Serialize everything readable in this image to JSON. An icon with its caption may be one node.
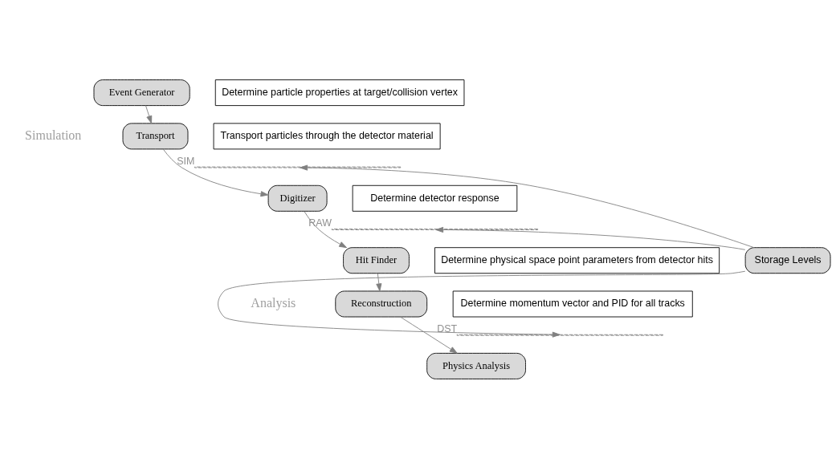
{
  "diagram": {
    "nodes": [
      {
        "text": [
          "Event Generator"
        ]
      },
      {
        "text": [
          "Transport"
        ]
      },
      {
        "text": [
          "Digitizer"
        ]
      },
      {
        "text": [
          "Hit Finder"
        ]
      },
      {
        "text": [
          "Reconstruction"
        ]
      },
      {
        "text": [
          "Physics Analysis"
        ]
      },
      {
        "text": [
          "Determine particle properties at target/collision vertex"
        ]
      },
      {
        "text": [
          "Transport particles through the detector material"
        ]
      },
      {
        "text": [
          "Determine detector response"
        ]
      },
      {
        "text": [
          "Determine physical space point parameters from detector hits"
        ]
      },
      {
        "text": [
          "Determine momentum vector and PID for all tracks"
        ]
      },
      {
        "text": [],
        "shape": "line",
        "beside": [
          "SIM"
        ]
      },
      {
        "text": [],
        "shape": "line",
        "beside": [
          "RAW"
        ]
      },
      {
        "text": [],
        "shape": "line",
        "beside": [
          "DST"
        ]
      },
      {
        "text": [
          "Storage Levels"
        ]
      }
    ],
    "edges": [
      {
        "from": 0,
        "to": 1,
        "arrow": "to"
      },
      {
        "from": 1,
        "to": 2,
        "arrow": "to"
      },
      {
        "from": 2,
        "to": 3,
        "arrow": "to"
      },
      {
        "from": 3,
        "to": 4,
        "arrow": "to"
      },
      {
        "from": 4,
        "to": 5,
        "arrow": "to"
      },
      {
        "from": 14,
        "to": 11,
        "arrow": "to"
      },
      {
        "from": 14,
        "to": 12,
        "arrow": "to"
      },
      {
        "from": 14,
        "to": 13,
        "arrow": "to"
      }
    ],
    "labels": [
      "Simulation",
      "Analysis"
    ]
  }
}
